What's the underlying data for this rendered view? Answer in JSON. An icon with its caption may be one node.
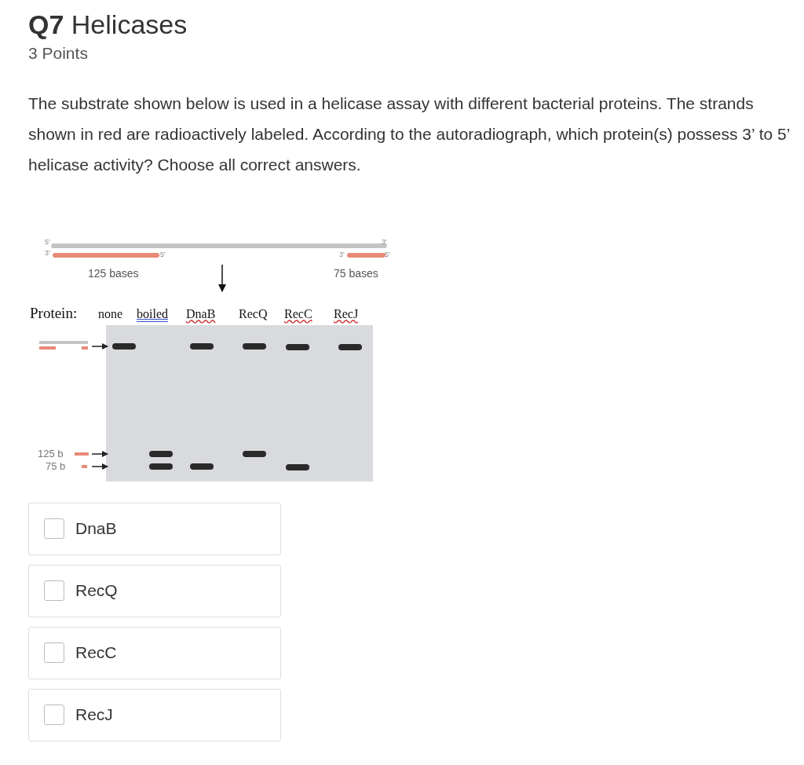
{
  "diagram": {
    "title": "**Q7** Helicases",
    "labels": [
      "3 Points",
      "The substrate shown below is used in a helicase assay with different bacterial proteins. The strands shown in red are radioactively labeled. According to the autoradiograph, which protein(s) possess 3’ to 5’ helicase activity? Choose all correct answers.",
      "5'",
      "3'",
      "3'",
      "5'",
      "3'",
      "5'",
      "125 bases",
      "75 bases",
      "Protein:",
      "none",
      "boiled",
      "DnaB",
      "RecQ",
      "RecC",
      "RecJ",
      "125 b",
      "75 b",
      "DnaB",
      "RecQ",
      "RecC",
      "RecJ"
    ]
  }
}
